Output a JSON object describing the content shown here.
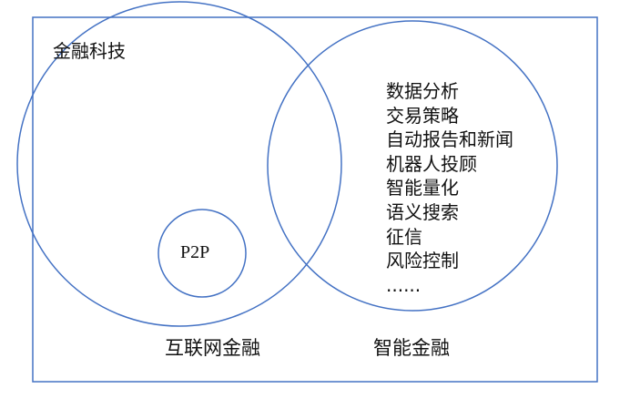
{
  "frame": {
    "title": "金融科技"
  },
  "circles": {
    "internet_finance": {
      "label": "互联网金融"
    },
    "p2p": {
      "label": "P2P"
    },
    "smart_finance": {
      "label": "智能金融",
      "items": [
        "数据分析",
        "交易策略",
        "自动报告和新闻",
        "机器人投顾",
        "智能量化",
        "语义搜索",
        "征信",
        "风险控制",
        "......"
      ]
    }
  },
  "colors": {
    "stroke": "#4472c4",
    "text": "#111111",
    "background": "#ffffff"
  }
}
